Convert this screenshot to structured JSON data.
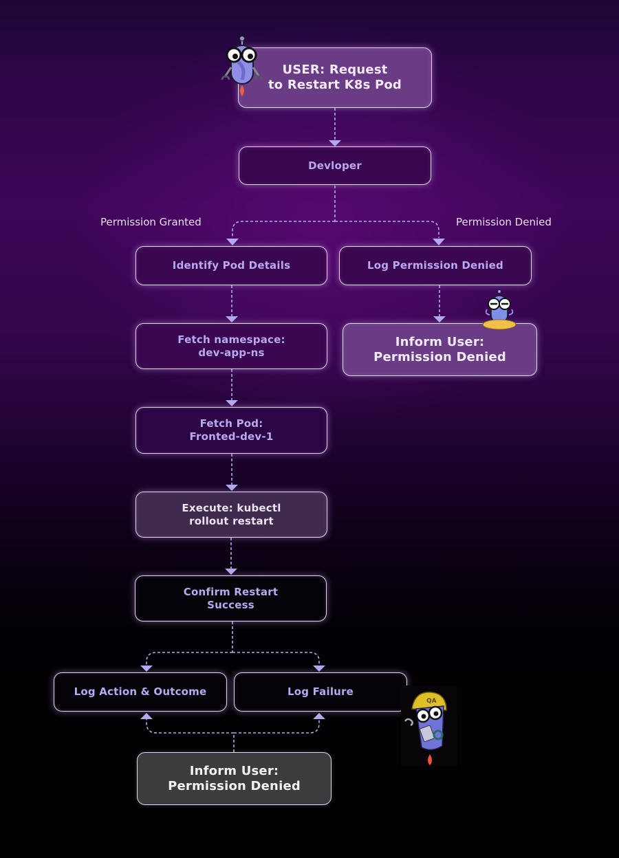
{
  "diagram": {
    "nodes": {
      "user_request": "USER: Request\nto Restart K8s Pod",
      "developer": "Devloper",
      "identify_pod": "Identify Pod Details",
      "log_permission_denied": "Log Permission Denied",
      "fetch_namespace": "Fetch namespace:\ndev-app-ns",
      "inform_user_denied_right": "Inform User:\nPermission Denied",
      "fetch_pod": "Fetch Pod:\nFronted-dev-1",
      "execute": "Execute: kubectl\nrollout restart",
      "confirm_restart": "Confirm Restart\nSuccess",
      "log_action": "Log Action & Outcome",
      "log_failure": "Log Failure",
      "inform_user_denied_bottom": "Inform User:\nPermission Denied"
    },
    "branch_labels": {
      "granted": "Permission Granted",
      "denied": "Permission Denied"
    },
    "mascots": {
      "top": "robot-mascot-icon",
      "meditating": "meditating-robot-icon",
      "qa": "qa-robot-icon",
      "qa_badge": "QA"
    },
    "colors": {
      "connector": "#b3a8f0",
      "node_border": "#e2d6f2",
      "node_text": "#b9a8f2",
      "highlight_fill": "#6b3c86"
    }
  }
}
